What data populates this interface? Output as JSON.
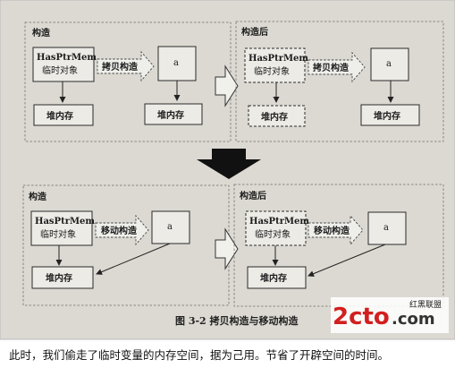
{
  "figure": {
    "top_left": {
      "title": "构造",
      "object_name": "HasPtrMem",
      "object_sub": "临时对象",
      "arrow_label": "拷贝构造",
      "target_label": "a",
      "heap_left": "堆内存",
      "heap_right": "堆内存"
    },
    "top_right": {
      "title": "构造后",
      "object_name": "HasPtrMem",
      "object_sub": "临时对象",
      "arrow_label": "拷贝构造",
      "target_label": "a",
      "heap_left": "堆内存",
      "heap_right": "堆内存"
    },
    "bottom_left": {
      "title": "构造",
      "object_name": "HasPtrMem",
      "object_sub": "临时对象",
      "arrow_label": "移动构造",
      "target_label": "a",
      "heap_left": "堆内存"
    },
    "bottom_right": {
      "title": "构造后",
      "object_name": "HasPtrMem",
      "object_sub": "临时对象",
      "arrow_label": "移动构造",
      "target_label": "a",
      "heap_left": "堆内存"
    },
    "caption": "图 3-2   拷贝构造与移动构造"
  },
  "watermark": {
    "brand": "2cto",
    "suffix": ".com",
    "sub": "红黑联盟"
  },
  "bottom_text": "此时，我们偷走了临时变量的内存空间，据为己用。节省了开辟空间的时间。",
  "colors": {
    "photo": "#dcd9d2",
    "box": "#ecebe6",
    "watermark_red": "#d21f1f"
  }
}
